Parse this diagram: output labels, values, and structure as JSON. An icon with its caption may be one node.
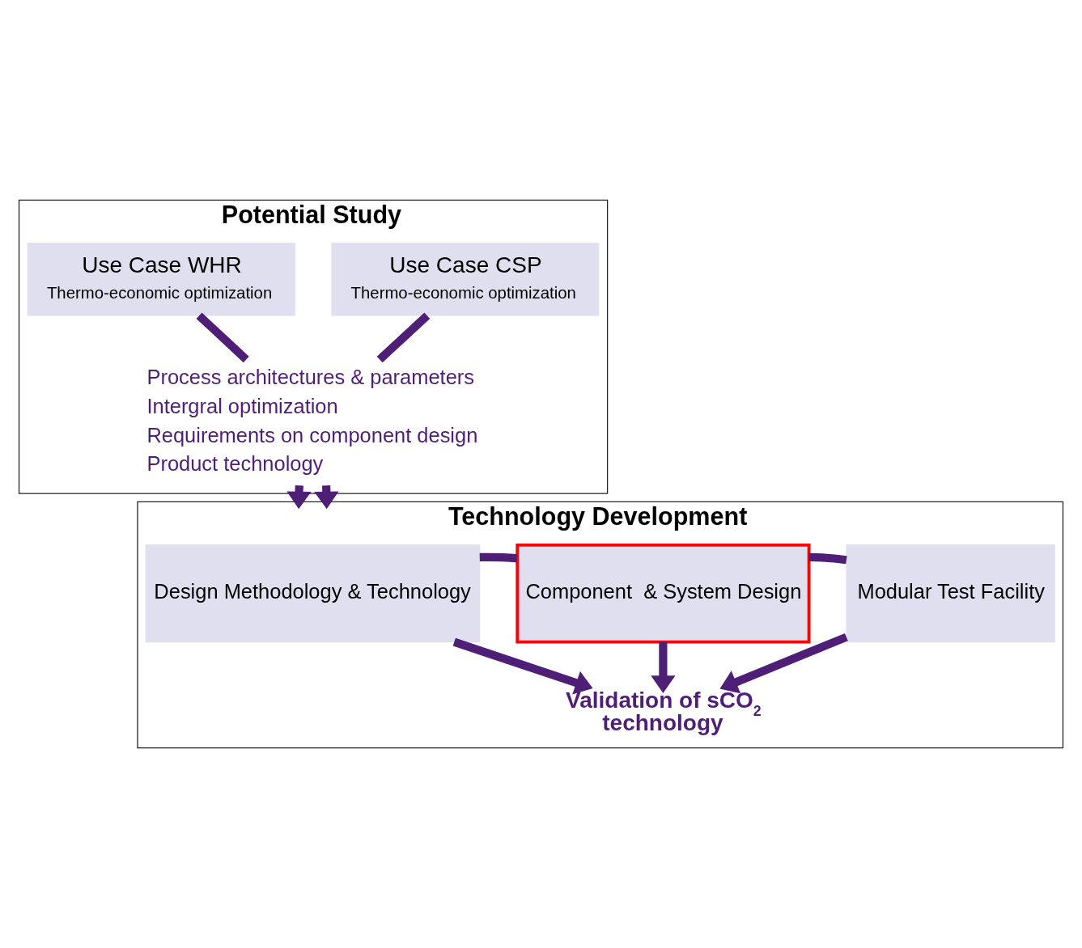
{
  "diagram": {
    "nodes": [
      {
        "text": [
          "Potential Study"
        ]
      },
      {
        "text": [
          "Use Case WHR",
          "Thermo-economic optimization"
        ],
        "in": 0
      },
      {
        "text": [
          "Use Case CSP",
          "Thermo-economic optimization"
        ],
        "in": 0
      },
      {
        "text": [
          "Process architectures & parameters",
          "Intergral optimization",
          "Requirements on component design",
          "Product technology"
        ],
        "in": 0
      },
      {
        "text": [
          "Technology Development"
        ]
      },
      {
        "text": [
          "Design Methodology & Technology"
        ],
        "in": 4
      },
      {
        "text": [
          "Component  & System Design"
        ],
        "in": 4
      },
      {
        "text": [
          "Modular Test Facility"
        ],
        "in": 4
      },
      {
        "text": [
          "Validation of sCO$_{2}$ technology"
        ],
        "in": 4
      }
    ],
    "edges": [
      {
        "from": 1,
        "to": 3,
        "arrow": "none"
      },
      {
        "from": 2,
        "to": 3,
        "arrow": "none"
      },
      {
        "from": 3,
        "to": 4,
        "arrow": "to"
      },
      {
        "from": 3,
        "to": 4,
        "arrow": "to"
      },
      {
        "from": 5,
        "to": 6,
        "arrow": "none"
      },
      {
        "from": 6,
        "to": 7,
        "arrow": "none"
      },
      {
        "from": 5,
        "to": 8,
        "arrow": "to"
      },
      {
        "from": 6,
        "to": 8,
        "arrow": "to"
      },
      {
        "from": 7,
        "to": 8,
        "arrow": "to"
      }
    ]
  }
}
